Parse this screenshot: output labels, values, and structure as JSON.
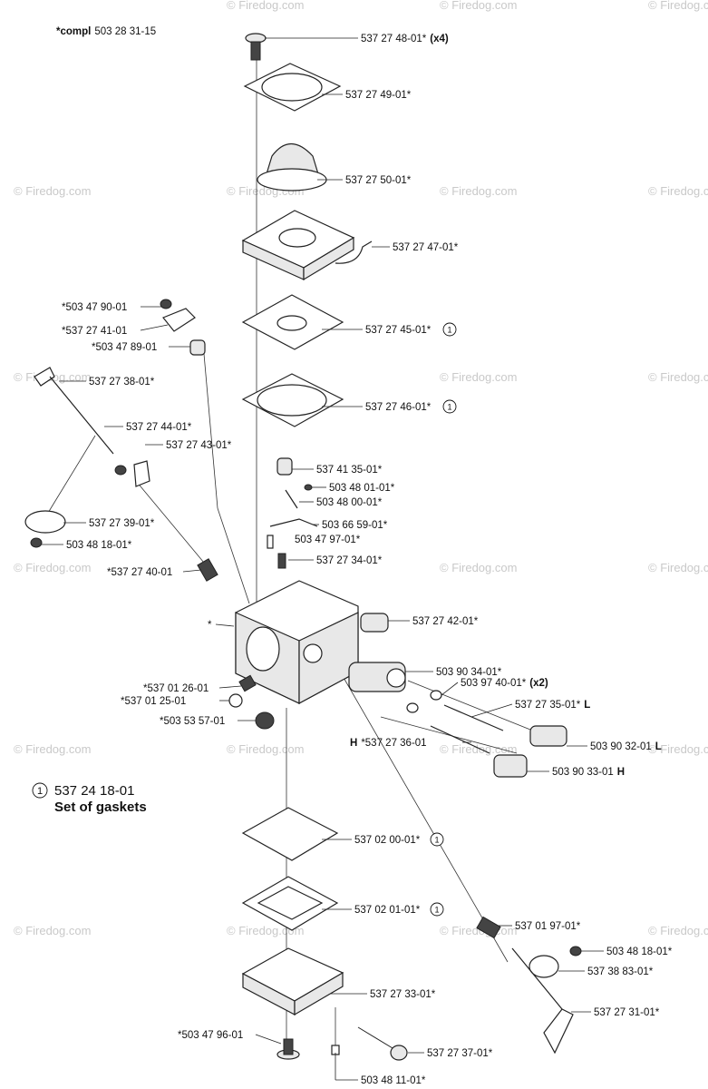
{
  "header": {
    "compl_prefix": "*compl",
    "compl_number": "503 28 31-15"
  },
  "watermark": {
    "text": "© Firedog.com"
  },
  "legend": {
    "marker": "1",
    "number": "537 24 18-01",
    "title": "Set of gaskets"
  },
  "labels": {
    "p537274801": "537 27 48-01*",
    "p537274801_qty": "(x4)",
    "p537274901": "537 27 49-01*",
    "p537275001": "537 27 50-01*",
    "p537274701": "537 27 47-01*",
    "p503479001": "*503 47 90-01",
    "p537274101": "*537 27 41-01",
    "p503478901": "*503 47 89-01",
    "p537274501": "537 27 45-01*",
    "p537273801": "537 27 38-01*",
    "p537274601": "537 27 46-01*",
    "p537274401": "537 27 44-01*",
    "p537274301": "537 27 43-01*",
    "p537413501": "537 41 35-01*",
    "p503480101": "503 48 01-01*",
    "p503480001": "503 48 00-01*",
    "p503665901": "503 66 59-01*",
    "p503479701": "503 47 97-01*",
    "p537273901": "537 27 39-01*",
    "p503481801a": "503 48 18-01*",
    "p537273401": "537 27 34-01*",
    "p537274001": "*537 27 40-01",
    "star": "*",
    "p537274201": "537 27 42-01*",
    "p503903401": "503 90 34-01*",
    "p503974001": "503 97 40-01*",
    "p503974001_qty": "(x2)",
    "p537012601": "*537 01 26-01",
    "p537012501": "*537 01 25-01",
    "p537273501": "537 27 35-01*",
    "p537273501_suffix": "L",
    "p503535701": "*503 53 57-01",
    "p537273601_prefix": "H",
    "p537273601": "*537 27 36-01",
    "p503903201": "503 90 32-01",
    "p503903201_suffix": "L",
    "p503903301": "503 90 33-01",
    "p503903301_suffix": "H",
    "p537020001": "537 02 00-01*",
    "p537020101": "537 02 01-01*",
    "p537019701": "537 01 97-01*",
    "p503481801b": "503 48 18-01*",
    "p537383801": "537 38 83-01*",
    "p537273301": "537 27 33-01*",
    "p537273101": "537 27 31-01*",
    "p503479601": "*503 47 96-01",
    "p537273701": "537 27 37-01*",
    "p503481101": "503 48 11-01*",
    "circle_marker": "1"
  }
}
